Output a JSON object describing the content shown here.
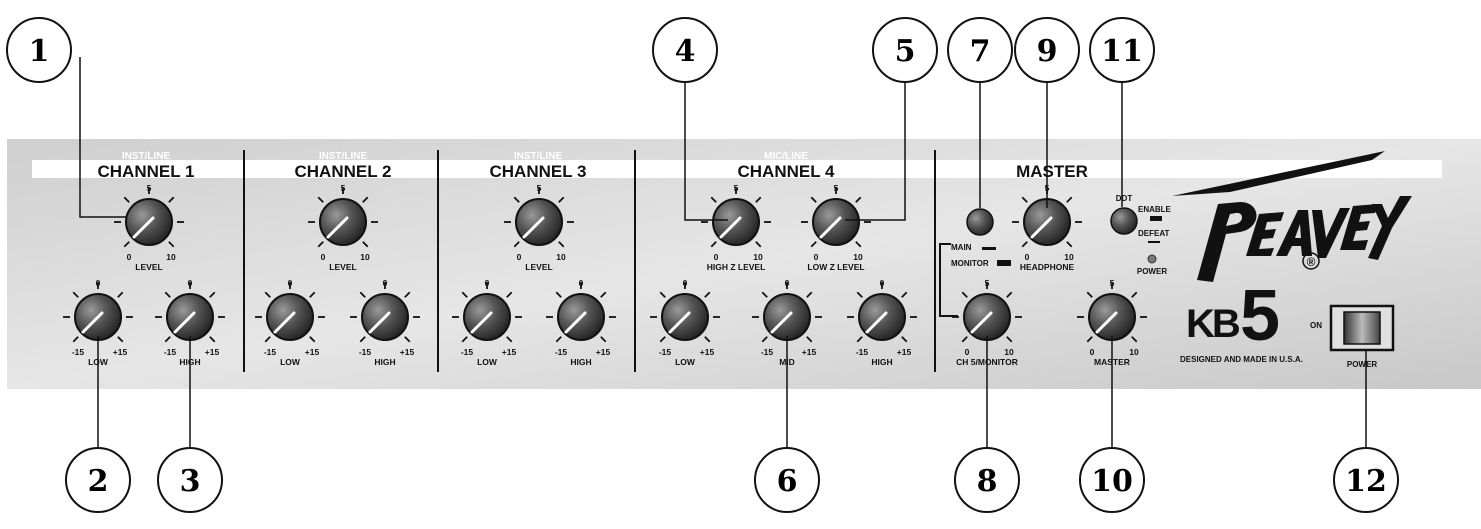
{
  "channels": [
    {
      "sub": "INST/LINE",
      "title": "CHANNEL 1"
    },
    {
      "sub": "INST/LINE",
      "title": "CHANNEL 2"
    },
    {
      "sub": "INST/LINE",
      "title": "CHANNEL 3"
    },
    {
      "sub": "MIC/LINE",
      "title": "CHANNEL 4"
    },
    {
      "sub": "",
      "title": "MASTER"
    }
  ],
  "knobs": [
    {
      "label": "LEVEL",
      "min": "0",
      "mid": "5",
      "max": "10"
    },
    {
      "label": "LOW",
      "min": "-15",
      "mid": "0",
      "max": "+15"
    },
    {
      "label": "HIGH",
      "min": "-15",
      "mid": "0",
      "max": "+15"
    },
    {
      "label": "LEVEL",
      "min": "0",
      "mid": "5",
      "max": "10"
    },
    {
      "label": "LOW",
      "min": "-15",
      "mid": "0",
      "max": "+15"
    },
    {
      "label": "HIGH",
      "min": "-15",
      "mid": "0",
      "max": "+15"
    },
    {
      "label": "LEVEL",
      "min": "0",
      "mid": "5",
      "max": "10"
    },
    {
      "label": "LOW",
      "min": "-15",
      "mid": "0",
      "max": "+15"
    },
    {
      "label": "HIGH",
      "min": "-15",
      "mid": "0",
      "max": "+15"
    },
    {
      "label": "HIGH Z LEVEL",
      "min": "0",
      "mid": "5",
      "max": "10"
    },
    {
      "label": "LOW Z LEVEL",
      "min": "0",
      "mid": "5",
      "max": "10"
    },
    {
      "label": "LOW",
      "min": "-15",
      "mid": "0",
      "max": "+15"
    },
    {
      "label": "MID",
      "min": "-15",
      "mid": "0",
      "max": "+15"
    },
    {
      "label": "HIGH",
      "min": "-15",
      "mid": "0",
      "max": "+15"
    },
    {
      "label": "HEADPHONE",
      "min": "0",
      "mid": "5",
      "max": "10"
    },
    {
      "label": "CH 5/MONITOR",
      "min": "0",
      "mid": "5",
      "max": "10"
    },
    {
      "label": "MASTER",
      "min": "0",
      "mid": "5",
      "max": "10"
    }
  ],
  "switches": {
    "main": "MAIN",
    "monitor": "MONITOR",
    "ddt": "DDT",
    "enable": "ENABLE",
    "defeat": "DEFEAT",
    "power_led": "POWER",
    "on": "ON",
    "power": "POWER"
  },
  "brand": {
    "logo": "Peavey",
    "registered": "®",
    "model_prefix": "KB",
    "model_number": "5",
    "tagline": "DESIGNED AND MADE IN U.S.A."
  },
  "callouts": [
    "1",
    "2",
    "3",
    "4",
    "5",
    "6",
    "7",
    "8",
    "9",
    "10",
    "11",
    "12"
  ],
  "colors": {
    "panel": "#d8d8d8",
    "header_band": "#ffffff",
    "knob": "#4a4a4a",
    "line": "#000000"
  }
}
